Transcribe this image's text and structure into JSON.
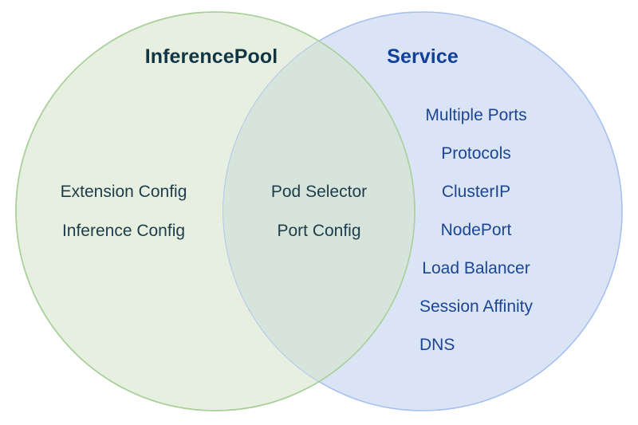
{
  "diagram": {
    "type": "venn",
    "background_color": "#ffffff",
    "left_set": {
      "title": "InferencePool",
      "title_color": "#123544",
      "fill_color": "#e7efe1",
      "stroke_color": "#a9cf9b",
      "items": [
        "Extension Config",
        "Inference Config"
      ],
      "item_color": "#1d3c4a"
    },
    "right_set": {
      "title": "Service",
      "title_color": "#11409a",
      "fill_color": "#d7e2f4",
      "stroke_color": "#a7c0ef",
      "items": [
        "Multiple Ports",
        "Protocols",
        "ClusterIP",
        "NodePort",
        "Load Balancer",
        "Session Affinity",
        "DNS"
      ],
      "item_color": "#1c4594"
    },
    "intersection": {
      "fill_color": "#d6e4dc",
      "items": [
        "Pod Selector",
        "Port Config"
      ],
      "item_color": "#1d3c4a"
    }
  }
}
